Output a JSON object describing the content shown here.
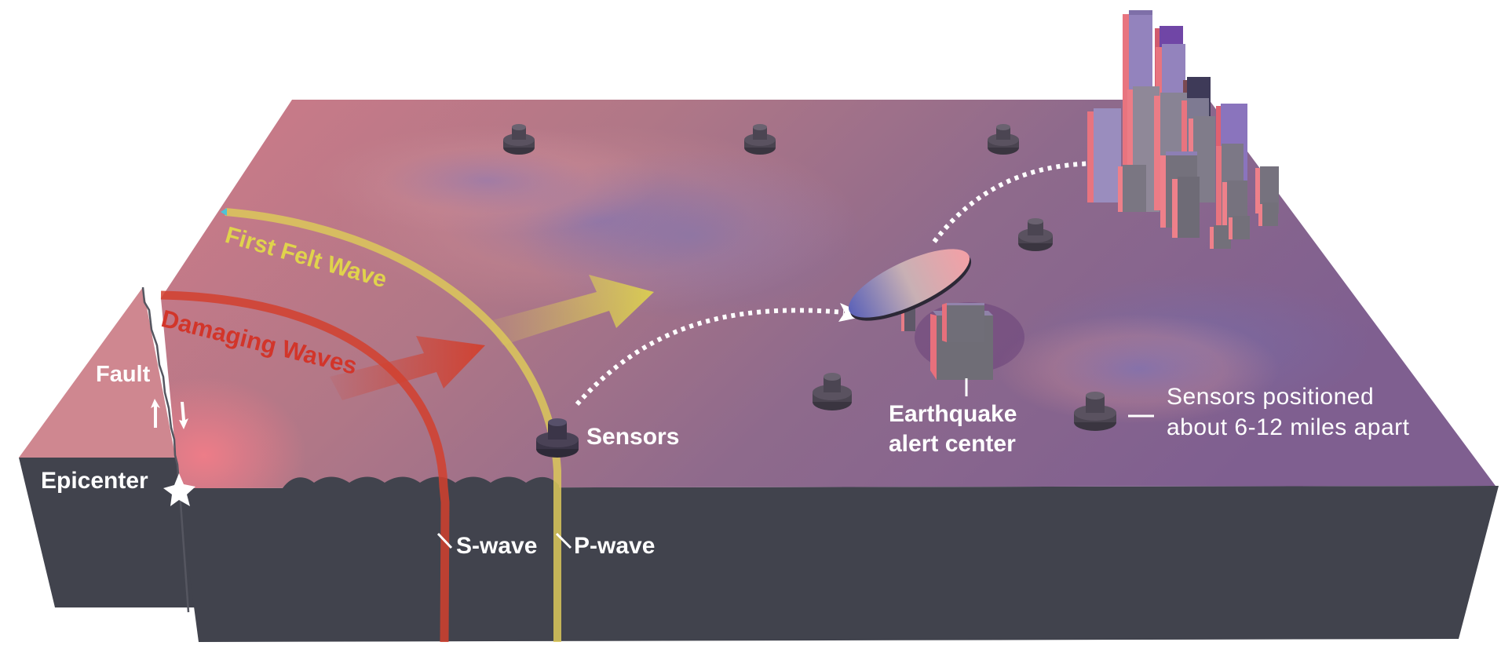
{
  "diagram": {
    "type": "earthquake-early-warning-block-diagram",
    "colors": {
      "background": "#ffffff",
      "surface_left": "#c9707f",
      "surface_mid": "#a97686",
      "surface_right": "#80608f",
      "side_face": "#41434d",
      "damaging_wave": "#d2402e",
      "first_felt_wave": "#dcc85a",
      "label_white": "#ffffff",
      "sensor": "#3a3540"
    },
    "labels": {
      "fault": "Fault",
      "epicenter": "Epicenter",
      "first_felt_wave": "First Felt Wave",
      "damaging_waves": "Damaging Waves",
      "sensors": "Sensors",
      "s_wave": "S-wave",
      "p_wave": "P-wave",
      "alert_center_line1": "Earthquake",
      "alert_center_line2": "alert center",
      "sensor_spacing_line1": "Sensors positioned",
      "sensor_spacing_line2": "about 6-12 miles apart"
    },
    "icons": {
      "epicenter": "star-icon",
      "fault_motion": "fault-slip-arrows-icon",
      "sensor": "seismic-sensor-icon",
      "dish": "satellite-dish-icon",
      "building": "alert-center-building-icon",
      "city": "city-skyline-icon",
      "signal_path": "dotted-arrow-icon",
      "wave_direction": "wave-direction-arrow-icon"
    }
  }
}
